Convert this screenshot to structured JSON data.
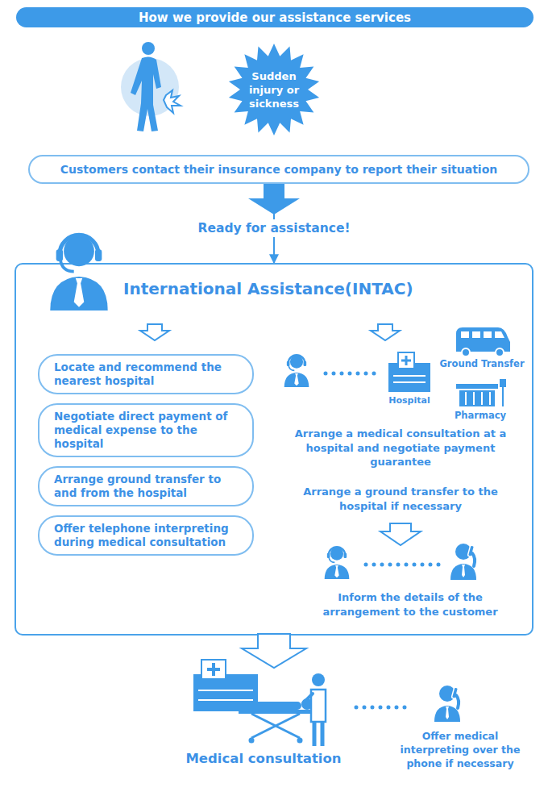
{
  "diagram": {
    "nodes": [
      {
        "text": [
          "How we provide our assistance services"
        ]
      },
      {
        "text": [
          "Sudden injury or sickness"
        ]
      },
      {
        "text": [
          "Customers contact their insurance company to report their situation"
        ]
      },
      {
        "text": [
          "International Assistance(INTAC)"
        ]
      },
      {
        "text": [
          "Locate and recommend the nearest hospital"
        ],
        "in": 3
      },
      {
        "text": [
          "Negotiate direct payment of medical expense to the hospital"
        ],
        "in": 3
      },
      {
        "text": [
          "Arrange ground transfer to and from the hospital"
        ],
        "in": 3
      },
      {
        "text": [
          "Offer telephone interpreting during medical consultation"
        ],
        "in": 3
      }
    ],
    "edges": [
      {
        "from": 2,
        "to": 3,
        "arrow": "to"
      }
    ],
    "labels": [
      "Ready for assistance!",
      "Hospital",
      "Ground Transfer",
      "Pharmacy",
      "Arrange a medical consultation at a hospital and negotiate payment guarantee",
      "Arrange a ground transfer to the hospital if necessary",
      "Inform the details of the arrangement to the customer",
      "Medical consultation",
      "Offer medical interpreting over the phone if necessary"
    ]
  }
}
